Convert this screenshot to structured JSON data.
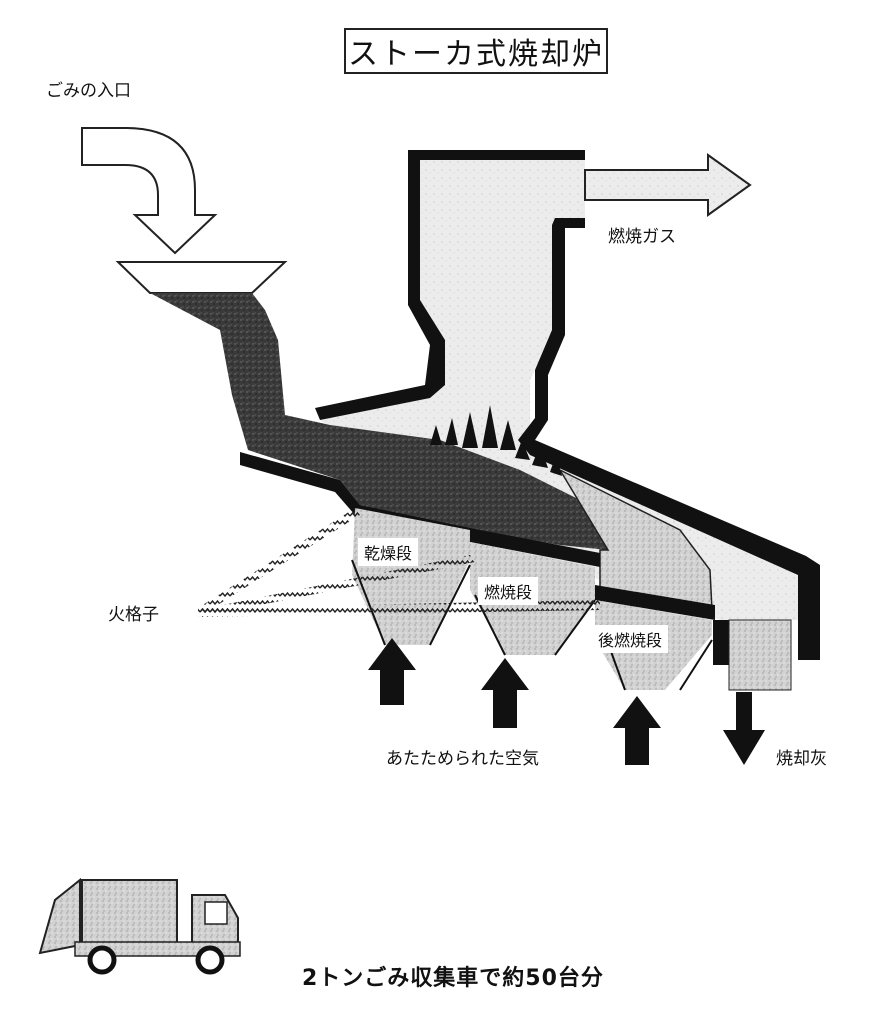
{
  "title": "ストーカ式焼却炉",
  "labels": {
    "waste_inlet": "ごみの入口",
    "combustion_gas": "燃焼ガス",
    "fire_grate": "火格子",
    "heated_air": "あたためられた空気",
    "incineration_ash": "焼却灰"
  },
  "stages": [
    {
      "id": "drying",
      "label": "乾燥段"
    },
    {
      "id": "combustion",
      "label": "燃焼段"
    },
    {
      "id": "post_combustion",
      "label": "後燃焼段"
    }
  ],
  "caption": "2トンごみ収集車で約50台分",
  "colors": {
    "outline": "#111111",
    "waste_fill": "#3a3a3a",
    "gas_fill": "#e6e6e6",
    "ash_fill": "#c9c9c9",
    "hopper_fill": "#cfcfcf"
  }
}
